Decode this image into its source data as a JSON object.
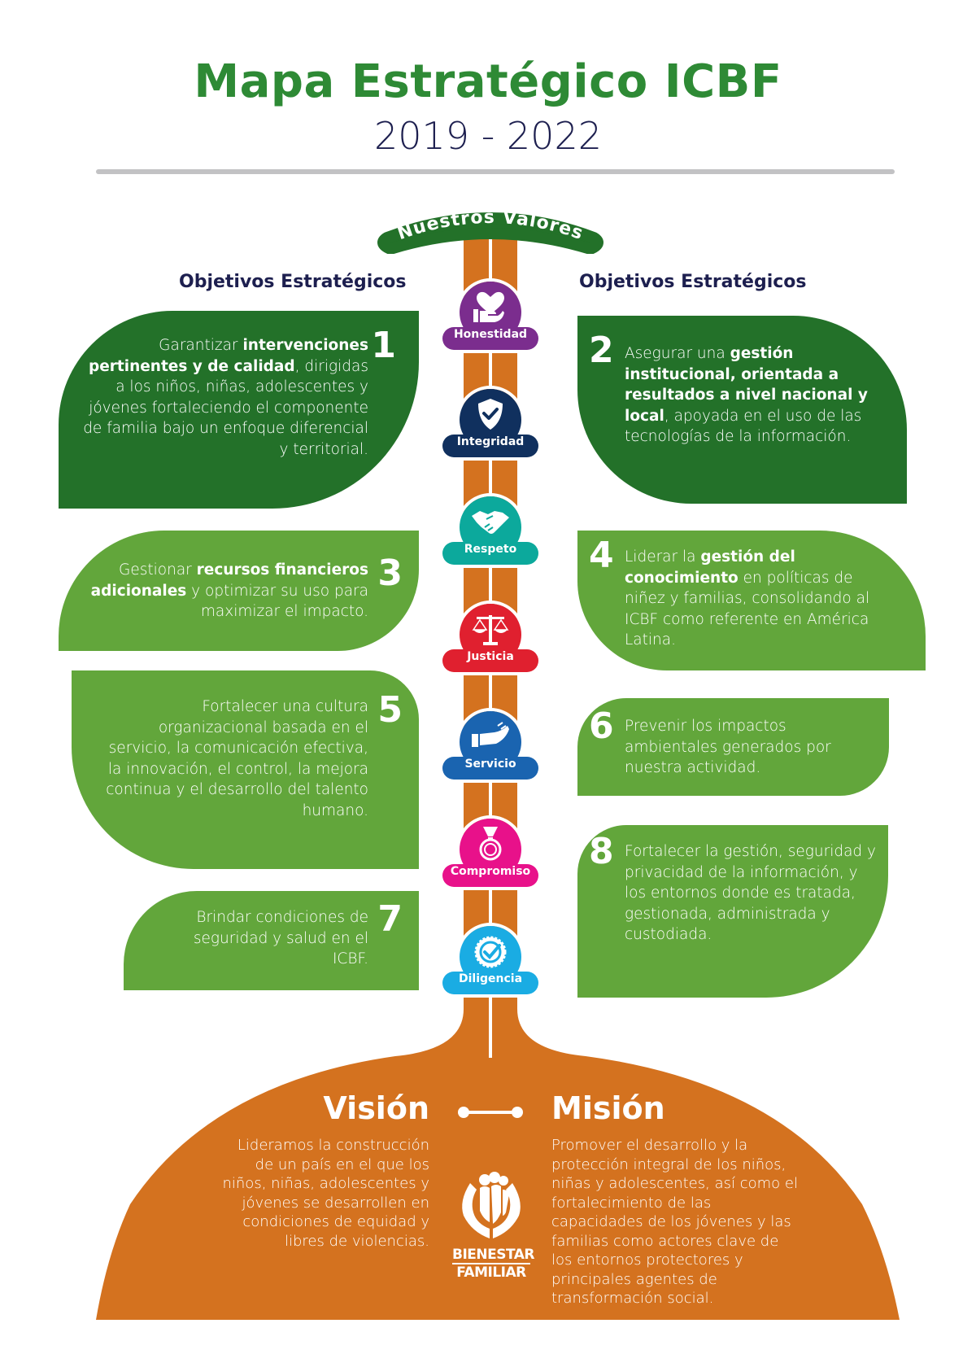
{
  "header": {
    "title": "Mapa Estratégico ICBF",
    "years": "2019 - 2022"
  },
  "values_banner": "Nuestros Valores",
  "objectives_heading_left": "Objetivos Estratégicos",
  "objectives_heading_right": "Objetivos Estratégicos",
  "colors": {
    "title_green": "#2e8a35",
    "navy": "#1d1f4f",
    "dark_green": "#237129",
    "light_green": "#62a63b",
    "orange": "#d4721f"
  },
  "values": [
    {
      "label": "Honestidad",
      "icon": "heart-hand-icon",
      "color": "#7b2d8e"
    },
    {
      "label": "Integridad",
      "icon": "shield-check-icon",
      "color": "#10305e"
    },
    {
      "label": "Respeto",
      "icon": "handshake-icon",
      "color": "#0ca99c"
    },
    {
      "label": "Justicia",
      "icon": "scales-icon",
      "color": "#e0202f"
    },
    {
      "label": "Servicio",
      "icon": "open-hand-icon",
      "color": "#1a64b0"
    },
    {
      "label": "Compromiso",
      "icon": "medal-icon",
      "color": "#e8118a"
    },
    {
      "label": "Diligencia",
      "icon": "badge-check-icon",
      "color": "#1aace3"
    }
  ],
  "objectives": [
    {
      "number": "1",
      "segments": [
        {
          "t": "Garantizar ",
          "b": false
        },
        {
          "t": "intervenciones pertinentes y de calidad",
          "b": true
        },
        {
          "t": ", dirigidas a los niños, niñas, adolescentes y jóvenes fortaleciendo el componente de familia bajo un enfoque diferencial y territorial.",
          "b": false
        }
      ]
    },
    {
      "number": "2",
      "segments": [
        {
          "t": "Asegurar una ",
          "b": false
        },
        {
          "t": "gestión institucional, orientada a resultados a nivel nacional y local",
          "b": true
        },
        {
          "t": ", apoyada en el uso de las tecnologías de la información.",
          "b": false
        }
      ]
    },
    {
      "number": "3",
      "segments": [
        {
          "t": "Gestionar ",
          "b": false
        },
        {
          "t": "recursos financieros adicionales",
          "b": true
        },
        {
          "t": " y optimizar su uso para maximizar el impacto.",
          "b": false
        }
      ]
    },
    {
      "number": "4",
      "segments": [
        {
          "t": "Liderar la ",
          "b": false
        },
        {
          "t": "gestión del conocimiento",
          "b": true
        },
        {
          "t": " en políticas de niñez y familias, consolidando al ICBF como referente en América Latina.",
          "b": false
        }
      ]
    },
    {
      "number": "5",
      "segments": [
        {
          "t": "Fortalecer una cultura organizacional basada en el servicio, la comunicación efectiva, la innovación, el control, la mejora continua y el desarrollo del talento humano.",
          "b": false
        }
      ]
    },
    {
      "number": "6",
      "segments": [
        {
          "t": "Prevenir los impactos ambientales generados por nuestra actividad.",
          "b": false
        }
      ]
    },
    {
      "number": "7",
      "segments": [
        {
          "t": "Brindar condiciones de seguridad y salud en el ICBF.",
          "b": false
        }
      ]
    },
    {
      "number": "8",
      "segments": [
        {
          "t": "Fortalecer la gestión, seguridad y privacidad de la información, y los entornos donde es tratada, gestionada, administrada y custodiada.",
          "b": false
        }
      ]
    }
  ],
  "vision": {
    "title": "Visión",
    "text": "Lideramos la construcción de un país en el que los niños, niñas, adolescentes y jóvenes se desarrollen en condiciones de equidad y libres de violencias."
  },
  "mision": {
    "title": "Misión",
    "text": "Promover el desarrollo y la protección integral de los niños, niñas y adolescentes, así como el fortalecimiento de las capacidades de los jóvenes y las familias como actores clave de los entornos protectores y principales agentes de transformación social."
  },
  "logo": {
    "line1": "BIENESTAR",
    "line2": "FAMILIAR"
  }
}
